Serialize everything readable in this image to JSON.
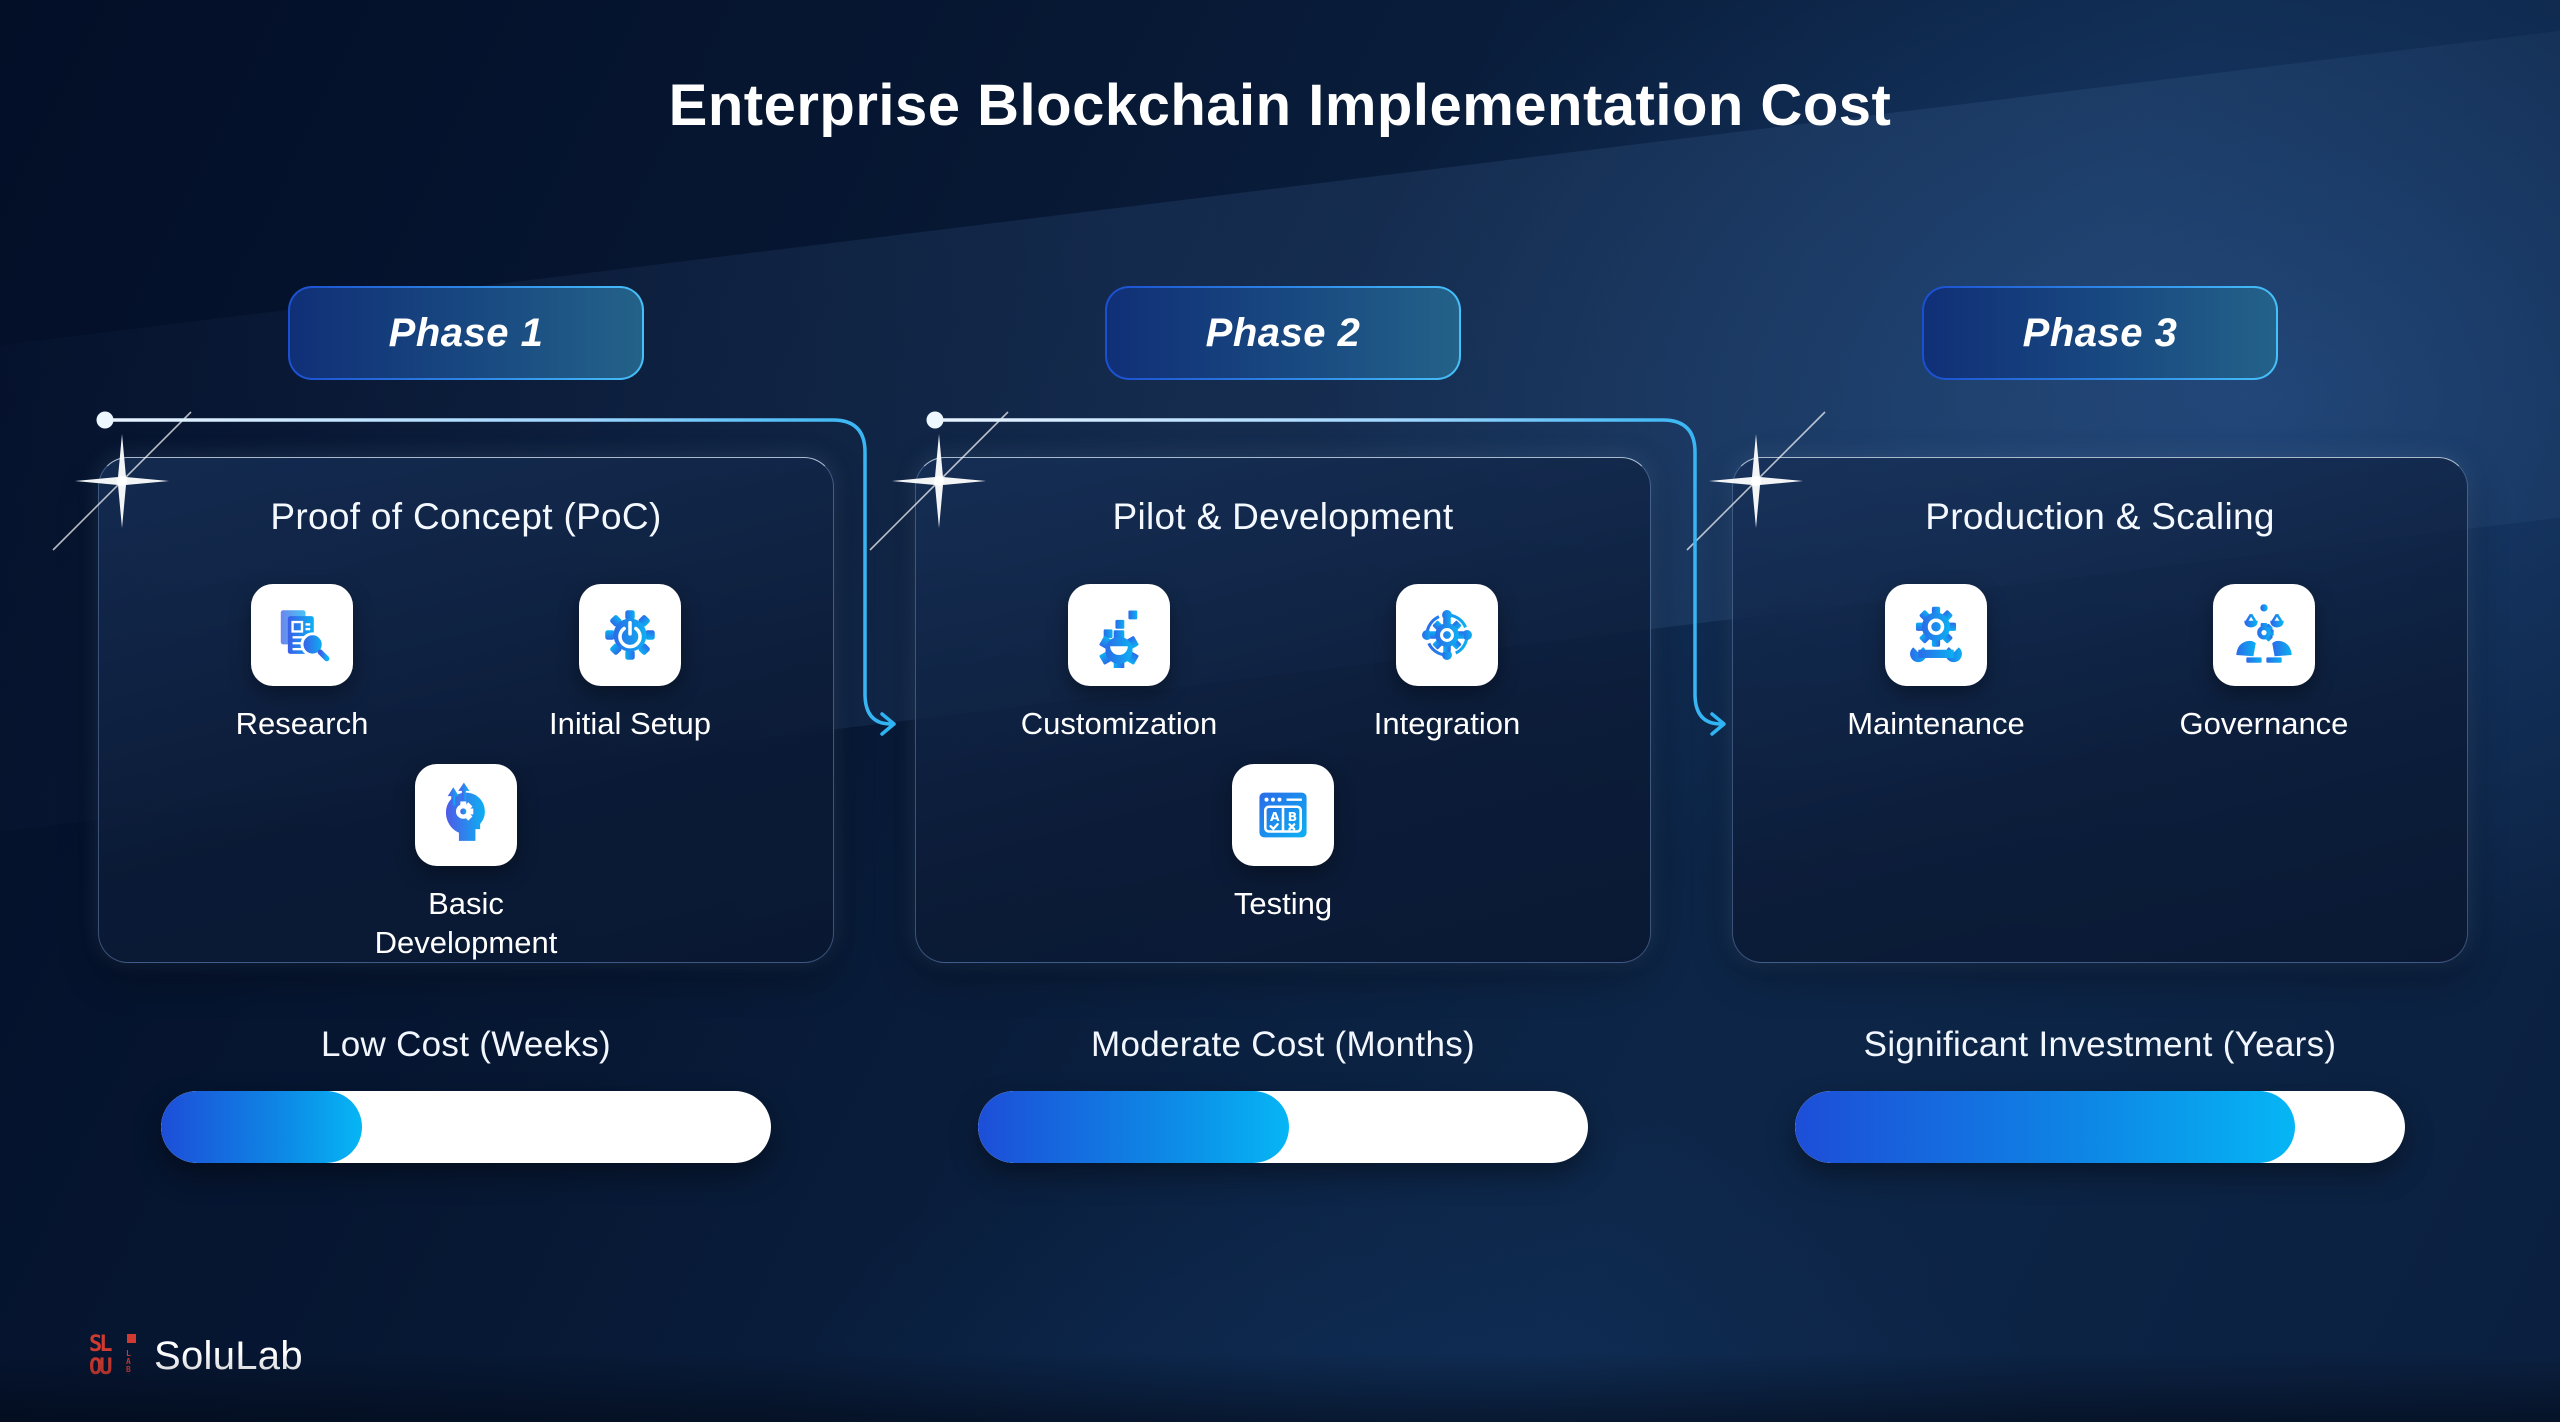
{
  "title": "Enterprise Blockchain Implementation Cost",
  "colors": {
    "background_dark": "#071834",
    "background_light": "#0d2648",
    "accent_blue": "#1d4ed8",
    "accent_cyan": "#06b6f5",
    "badge_border_cyan": "#46c0f9",
    "track_white": "#ffffff",
    "logo_red": "#d03a30"
  },
  "phases": [
    {
      "badge": "Phase 1",
      "card_title": "Proof of Concept (PoC)",
      "items": [
        {
          "icon": "research-icon",
          "label": "Research"
        },
        {
          "icon": "initial-setup-icon",
          "label": "Initial Setup"
        },
        {
          "icon": "basic-development-icon",
          "label": "Basic Development"
        }
      ],
      "cost_label": "Low Cost (Weeks)",
      "progress_percent": 33
    },
    {
      "badge": "Phase 2",
      "card_title": "Pilot & Development",
      "items": [
        {
          "icon": "customization-icon",
          "label": "Customization"
        },
        {
          "icon": "integration-icon",
          "label": "Integration"
        },
        {
          "icon": "testing-icon",
          "label": "Testing"
        }
      ],
      "cost_label": "Moderate Cost (Months)",
      "progress_percent": 51
    },
    {
      "badge": "Phase 3",
      "card_title": "Production & Scaling",
      "items": [
        {
          "icon": "maintenance-icon",
          "label": "Maintenance"
        },
        {
          "icon": "governance-icon",
          "label": "Governance"
        }
      ],
      "cost_label": "Significant Investment (Years)",
      "progress_percent": 82
    }
  ],
  "footer": {
    "brand": "SoluLab"
  }
}
